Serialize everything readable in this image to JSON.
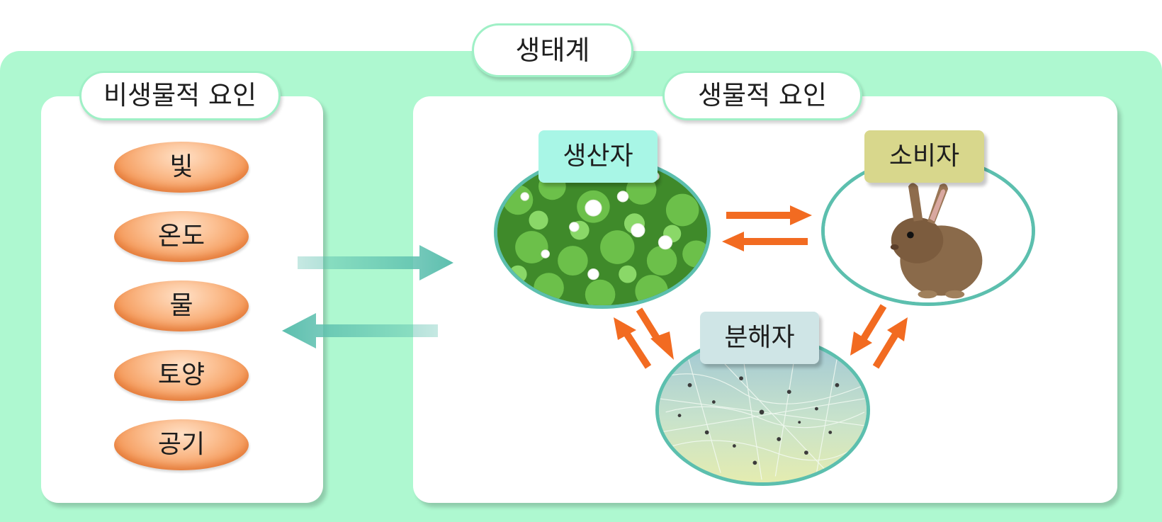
{
  "title": "생태계",
  "abiotic": {
    "label": "비생물적 요인",
    "items": [
      "빛",
      "온도",
      "물",
      "토양",
      "공기"
    ]
  },
  "biotic": {
    "label": "생물적 요인",
    "producer": "생산자",
    "consumer": "소비자",
    "decomposer": "분해자"
  },
  "colors": {
    "background": "#aef8d0",
    "teal_arrow": "#5cbfae",
    "orange_arrow": "#f26b21",
    "factor_orange": "#f49858"
  }
}
